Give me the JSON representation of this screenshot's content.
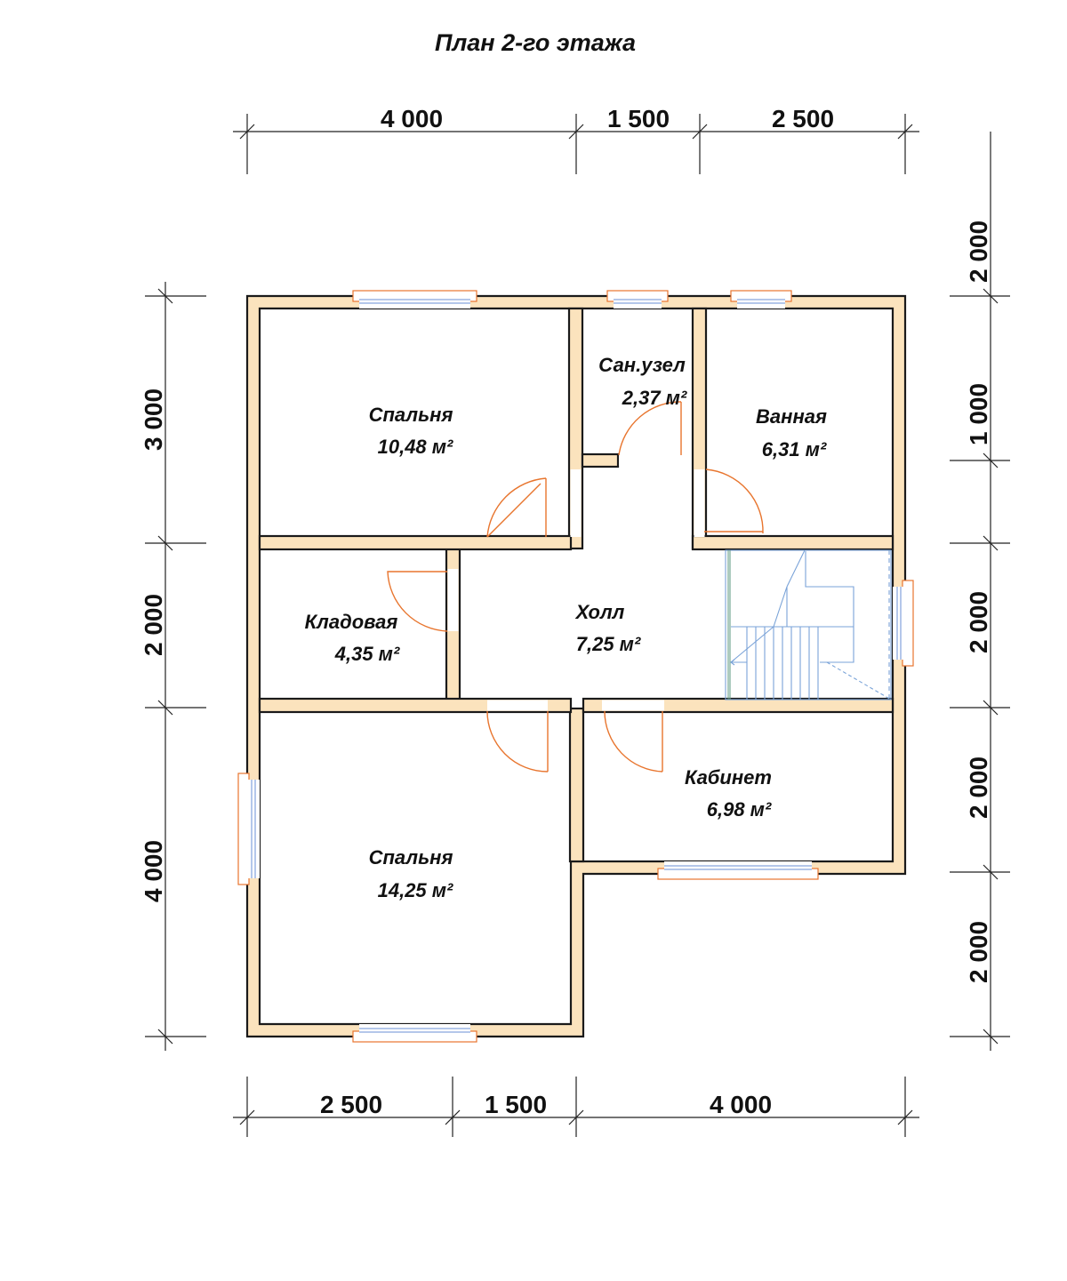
{
  "title": "План 2-го этажа",
  "dimensions": {
    "top": [
      "4 000",
      "1 500",
      "2 500"
    ],
    "bottom": [
      "2 500",
      "1 500",
      "4 000"
    ],
    "left": [
      "3 000",
      "2 000",
      "4 000"
    ],
    "right": [
      "2 000",
      "1 000",
      "2 000",
      "2 000",
      "2 000"
    ]
  },
  "rooms": [
    {
      "name": "Спальня",
      "area": "10,48 м²"
    },
    {
      "name": "Сан.узел",
      "area": "2,37 м²"
    },
    {
      "name": "Ванная",
      "area": "6,31 м²"
    },
    {
      "name": "Кладовая",
      "area": "4,35 м²"
    },
    {
      "name": "Холл",
      "area": "7,25 м²"
    },
    {
      "name": "Кабинет",
      "area": "6,98 м²"
    },
    {
      "name": "Спальня",
      "area": "14,25 м²"
    }
  ],
  "colors": {
    "wall": "#fbe3bd",
    "wall_outline": "#1a1a1a",
    "door": "#e8752e",
    "glass": "#6a8fd6",
    "stair": "#7aa3d8"
  }
}
